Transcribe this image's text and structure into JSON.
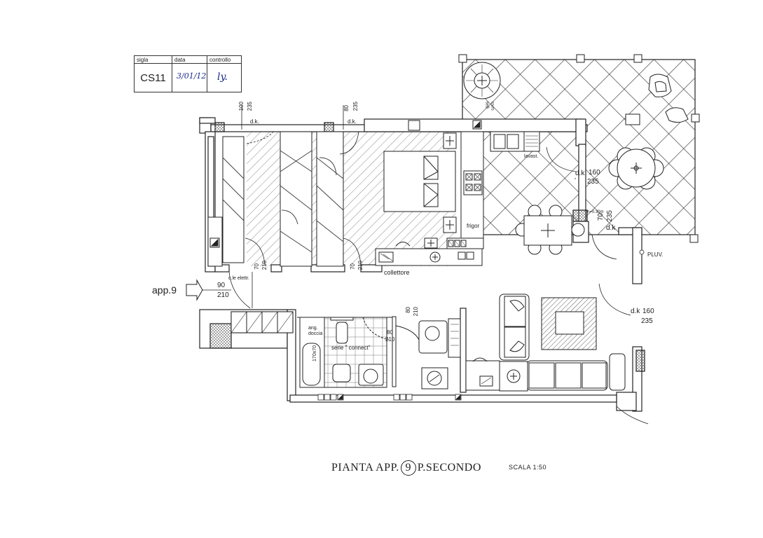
{
  "stamp": {
    "sigla_label": "sigla",
    "data_label": "data",
    "controllo_label": "controllo",
    "sigla_value": "CS11",
    "data_value": "3/01/12",
    "controllo_value": "ly."
  },
  "title": {
    "pianta": "PIANTA",
    "app": "APP.",
    "num": "9",
    "piano": "P.SECONDO",
    "scala": "SCALA 1:50"
  },
  "labels": {
    "app9": "app.9",
    "entry_w": "90",
    "entry_h": "210",
    "quadro": "c.le elettr.",
    "collettore": "collettore",
    "frigor": "frigor",
    "lavast": "lavast.",
    "pluv": "PLUV.",
    "ang_doccia_1": "ang.",
    "ang_doccia_2": "doccia",
    "serie_connect": "serie \" connect\"",
    "tub": "170x70",
    "gas_1": "GAS",
    "gas_2": "gas",
    "dk": "d.k.",
    "dk2": "d.k.",
    "dk3": "d.k",
    "dk4": "d.k",
    "dk5": "d.k",
    "d1_w": "100",
    "d1_h": "235",
    "d2_w": "80",
    "d2_h": "235",
    "d3_w": "70",
    "d3_h": "210",
    "d4_w": "70",
    "d4_h": "210",
    "d5_w": "80",
    "d5_h": "210",
    "d5b_w": "80",
    "d5b_h": "210",
    "w1_w": "160",
    "w1_h": "235",
    "w2_w": "70",
    "w2_h": "235",
    "w2_note": "h=0.30m",
    "w3_w": "160",
    "w3_h": "235"
  }
}
